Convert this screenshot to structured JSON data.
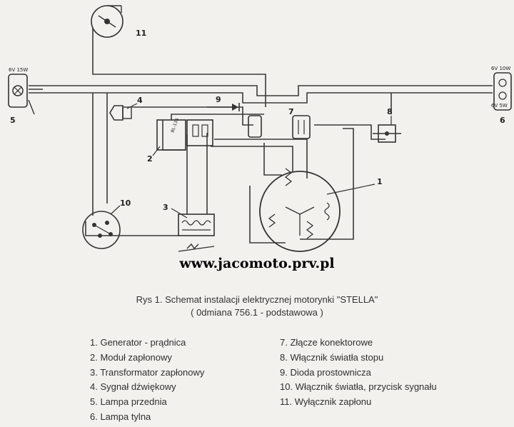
{
  "diagram": {
    "component_numbers": [
      "1",
      "2",
      "3",
      "4",
      "5",
      "6",
      "7",
      "8",
      "9",
      "10",
      "11"
    ],
    "lamp_front_rating": "6V 15W",
    "lamp_rear_rating_top": "6V 10W",
    "lamp_rear_rating_bottom": "6V 5W",
    "module_label": "BL-136"
  },
  "watermark": "www.jacomoto.prv.pl",
  "caption": {
    "line1": "Rys 1.  Schemat instalacji elektrycznej motorynki \"STELLA\"",
    "line2": "( 0dmiana 756.1 - podstawowa )"
  },
  "legend": {
    "left": [
      "1. Generator - prądnica",
      "2. Moduł zapłonowy",
      "3. Transformator zapłonowy",
      "4. Sygnał dźwiękowy",
      "5. Lampa przednia",
      "6. Lampa tylna"
    ],
    "right": [
      "7. Złącze konektorowe",
      "8. Włącznik światła stopu",
      "9. Dioda prostownicza",
      "10. Włącznik światła, przycisk sygnału",
      "11. Wyłącznik zapłonu"
    ]
  }
}
